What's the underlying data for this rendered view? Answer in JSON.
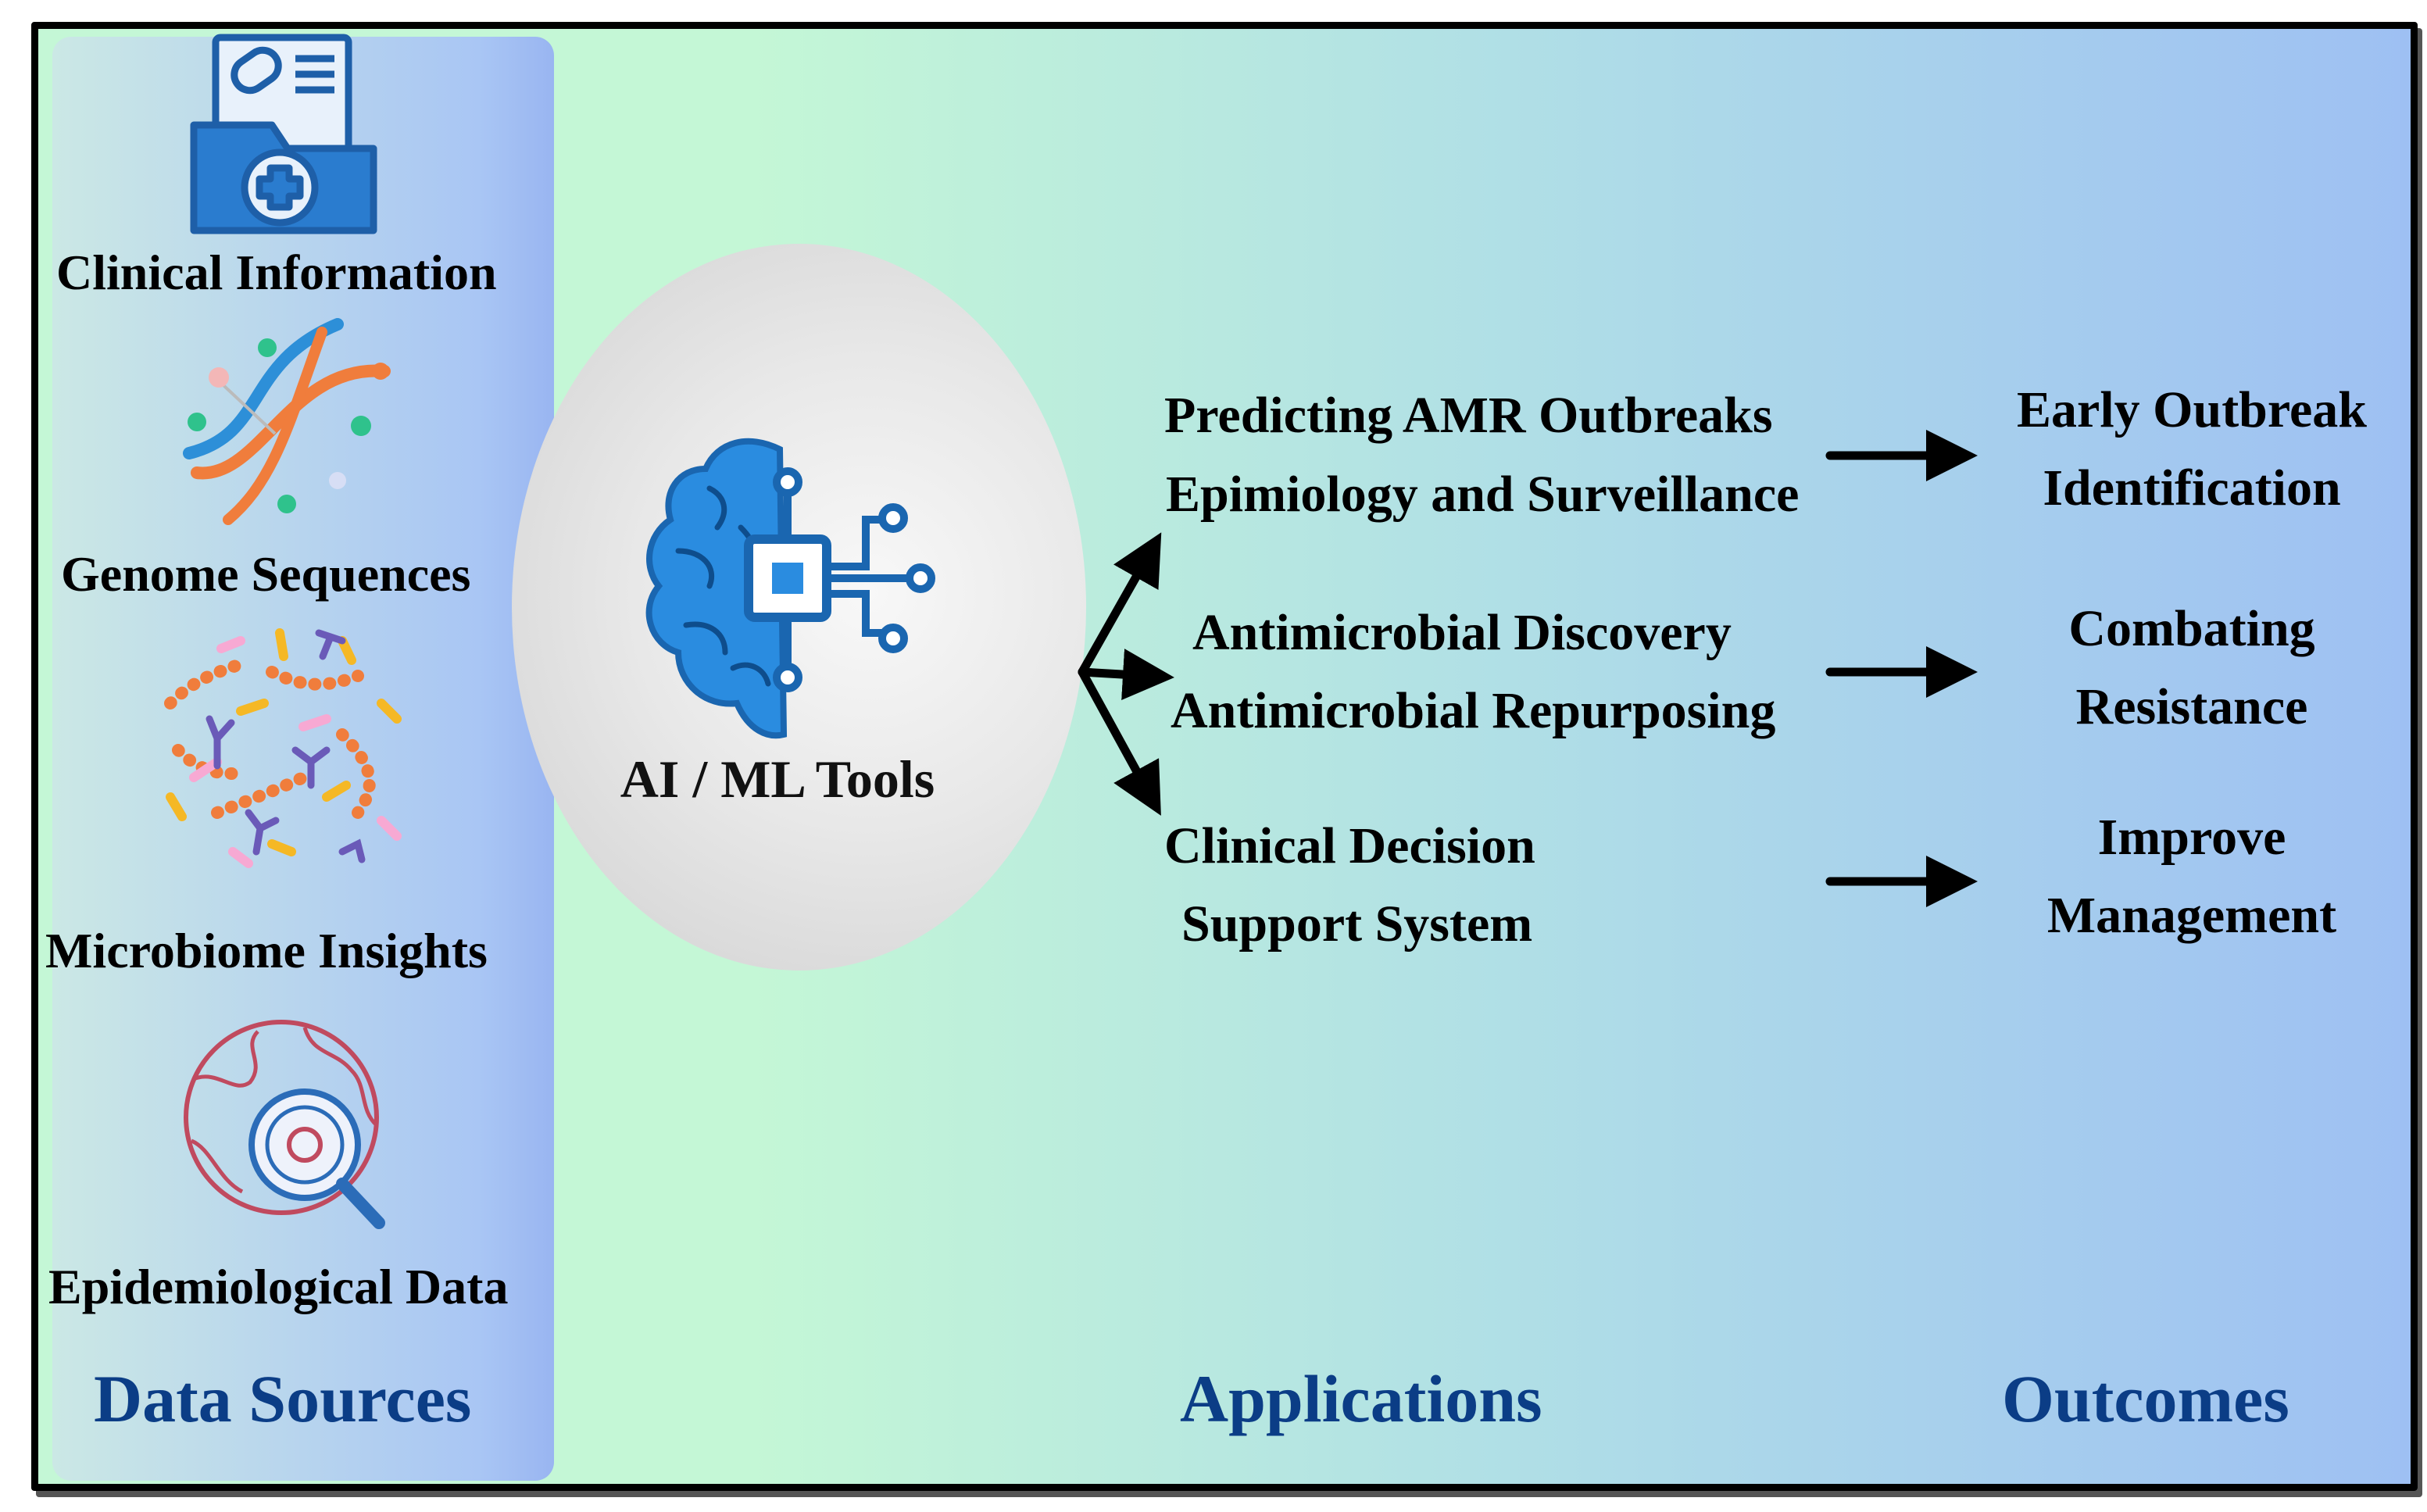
{
  "data_sources": {
    "heading": "Data Sources",
    "items": [
      {
        "label": "Clinical Information",
        "icon": "medical-folder-icon"
      },
      {
        "label": "Genome Sequences",
        "icon": "dna-icon"
      },
      {
        "label": "Microbiome Insights",
        "icon": "microbes-icon"
      },
      {
        "label": "Epidemiological Data",
        "icon": "globe-search-icon"
      }
    ]
  },
  "center": {
    "label": "AI / ML Tools",
    "icon": "ai-brain-chip-icon"
  },
  "applications": {
    "heading": "Applications",
    "items": [
      {
        "line1": "Predicting AMR Outbreaks",
        "line2": "Epimiology and Surveillance"
      },
      {
        "line1": "Antimicrobial Discovery",
        "line2": "Antimicrobial Repurposing"
      },
      {
        "line1": "Clinical Decision",
        "line2": "Support System"
      }
    ]
  },
  "outcomes": {
    "heading": "Outcomes",
    "items": [
      {
        "line1": "Early Outbreak",
        "line2": "Identification"
      },
      {
        "line1": "Combating",
        "line2": "Resistance"
      },
      {
        "line1": "Improve",
        "line2": "Management"
      }
    ]
  },
  "colors": {
    "heading": "#0b3d86",
    "icon_blue": "#1e6fbf",
    "arrow": "#000000"
  }
}
